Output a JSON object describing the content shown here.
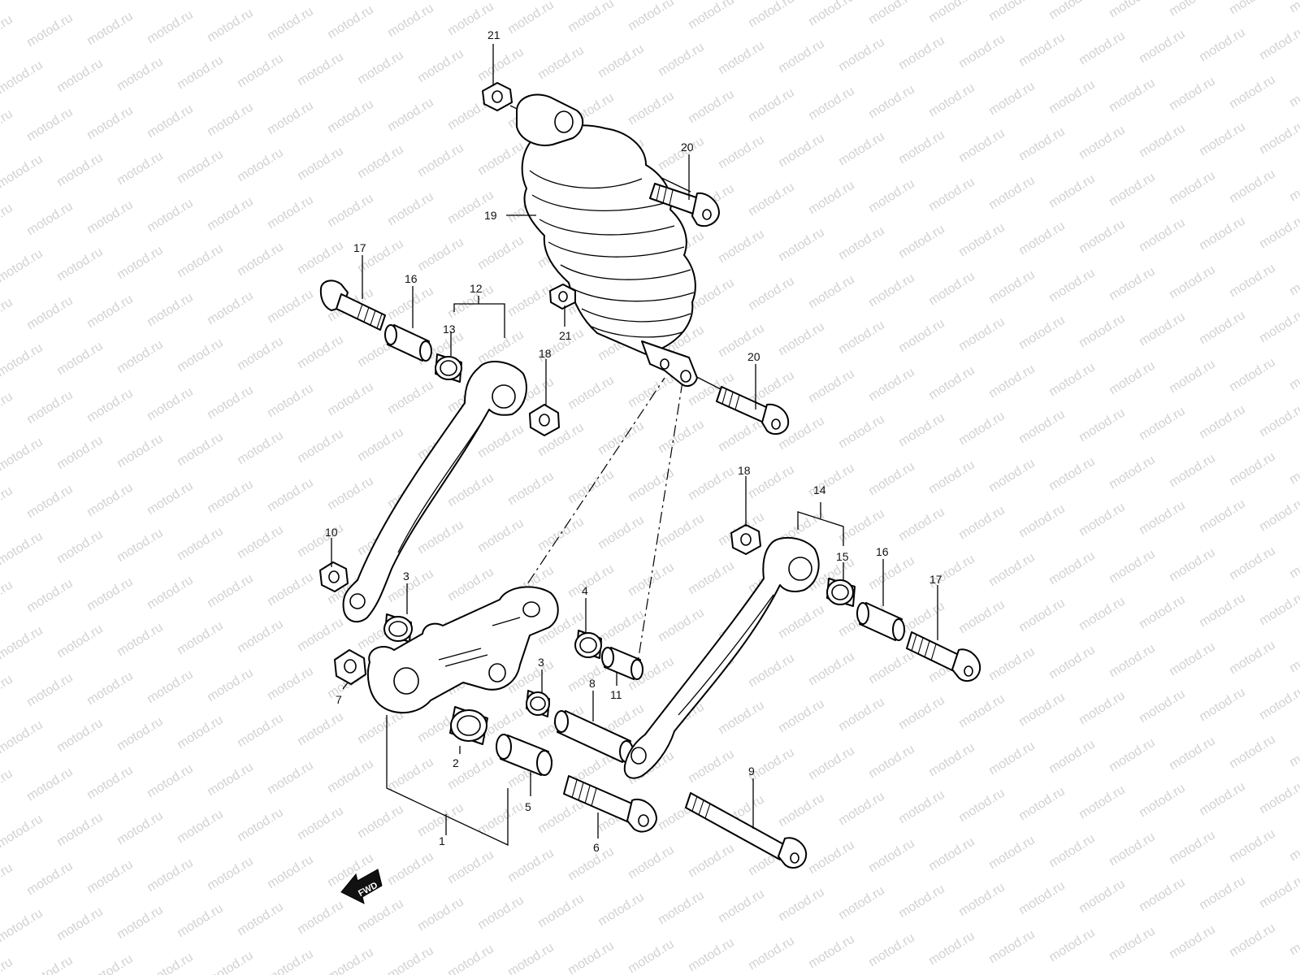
{
  "watermark": "motod.ru",
  "direction_label": "FWD",
  "callouts": [
    "21",
    "20",
    "19",
    "17",
    "16",
    "12",
    "13",
    "18",
    "21",
    "20",
    "10",
    "3",
    "18",
    "14",
    "15",
    "16",
    "17",
    "4",
    "3",
    "7",
    "11",
    "8",
    "2",
    "5",
    "1",
    "6",
    "9"
  ]
}
